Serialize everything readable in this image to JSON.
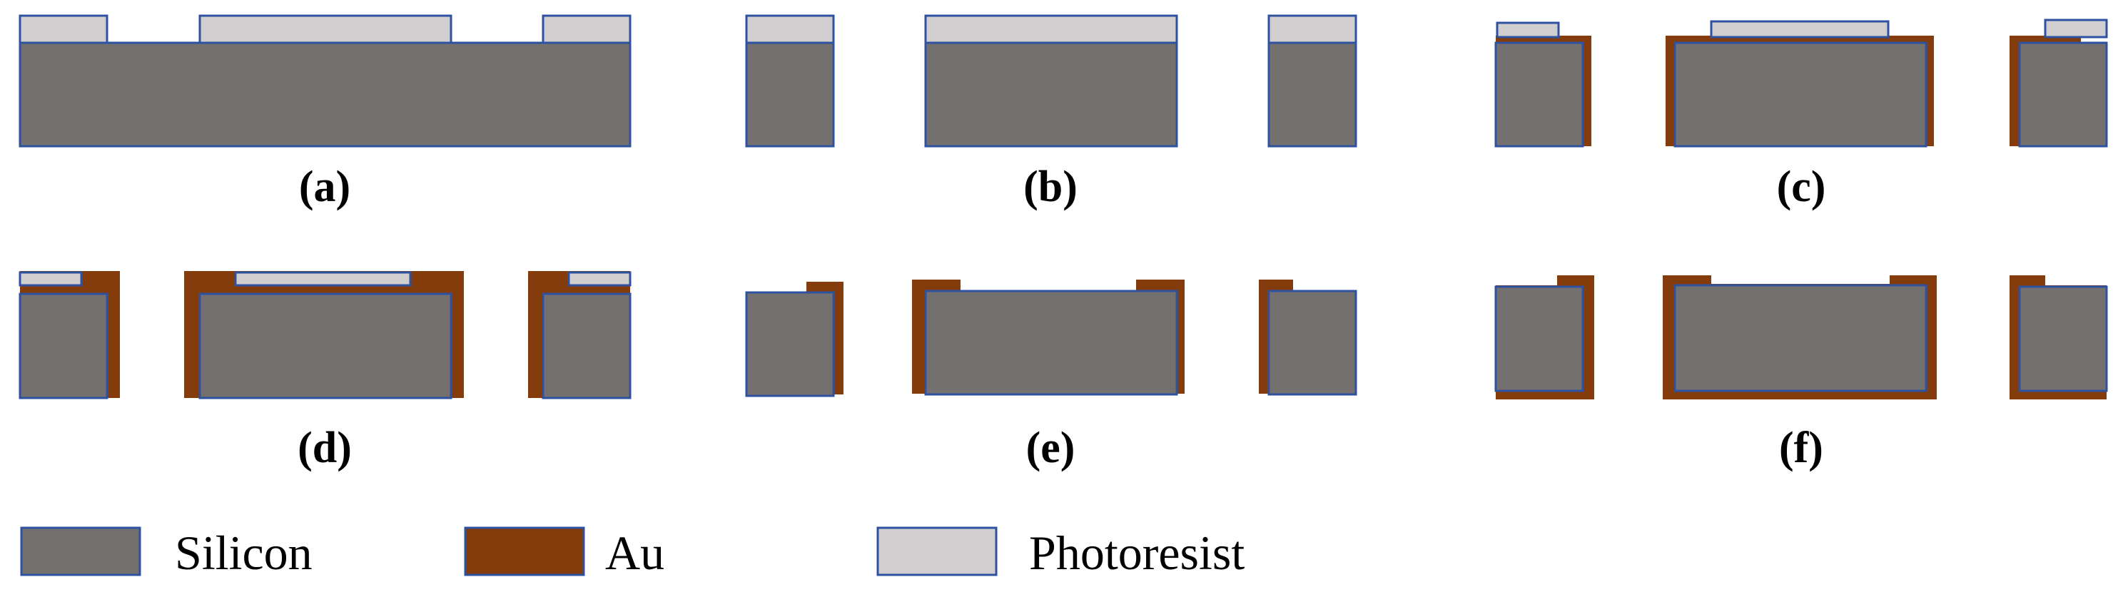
{
  "panels": [
    {
      "id": "a",
      "label": "(a)"
    },
    {
      "id": "b",
      "label": "(b)"
    },
    {
      "id": "c",
      "label": "(c)"
    },
    {
      "id": "d",
      "label": "(d)"
    },
    {
      "id": "e",
      "label": "(e)"
    },
    {
      "id": "f",
      "label": "(f)"
    }
  ],
  "legend": {
    "silicon": "Silicon",
    "au": "Au",
    "photoresist": "Photoresist"
  },
  "colors": {
    "silicon": "#747070",
    "au": "#843c0c",
    "photoresist": "#d0cece",
    "outline": "#2f52a0"
  }
}
